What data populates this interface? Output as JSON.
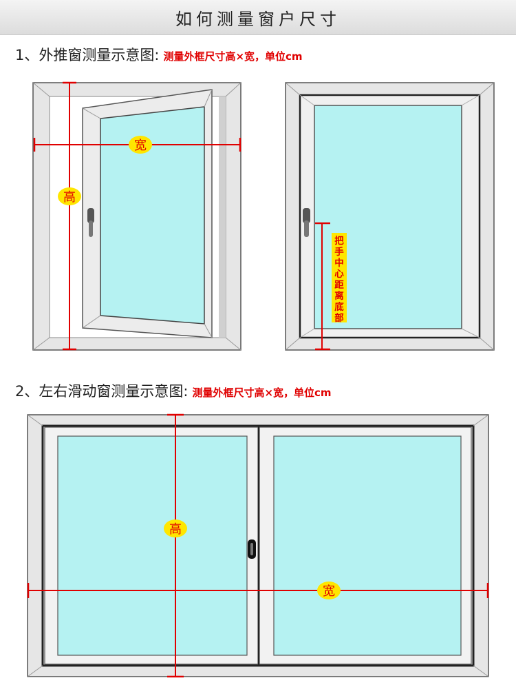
{
  "header": {
    "title": "如何测量窗户尺寸"
  },
  "casement": {
    "heading": "1、外推窗测量示意图:",
    "note": "测量外框尺寸高×宽，单位cm",
    "width_label": "宽",
    "height_label": "高",
    "handle_label": [
      "把",
      "手",
      "中",
      "心",
      "距",
      "离",
      "底",
      "部"
    ]
  },
  "sliding": {
    "heading": "2、左右滑动窗测量示意图:",
    "note": "测量外框尺寸高×宽，单位cm",
    "width_label": "宽",
    "height_label": "高"
  },
  "colors": {
    "frame": "#e6e6e6",
    "frame_edge": "#555555",
    "glass": "#b5f2f2",
    "measure_line": "#e00000",
    "label_badge": "#ffe600",
    "label_text": "#e00000"
  }
}
